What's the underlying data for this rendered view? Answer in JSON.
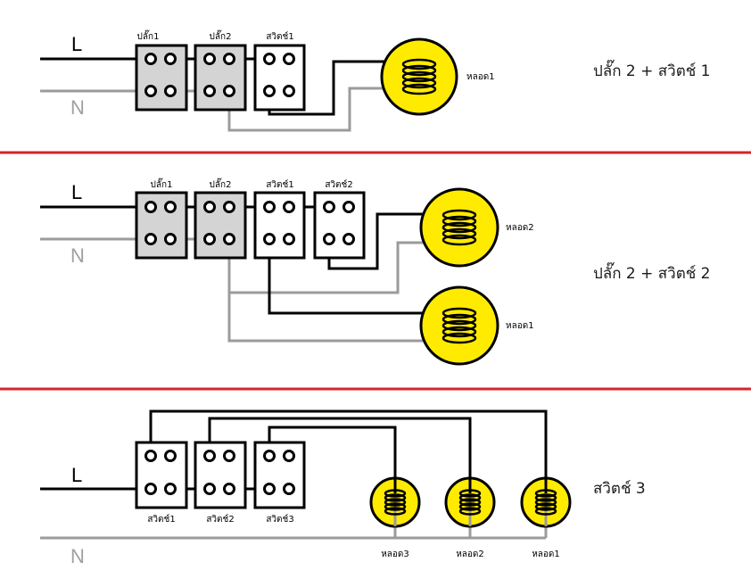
{
  "colors": {
    "live_wire": "#000000",
    "neutral_wire": "#9b9b9b",
    "bulb_fill": "#ffeb00",
    "plug_box_fill": "#d4d4d4",
    "switch_box_fill": "#ffffff",
    "divider": "#d8232a"
  },
  "sections": [
    {
      "title": "ปลั๊ก 2 + สวิตช์ 1",
      "live_label": "L",
      "neutral_label": "N",
      "devices": [
        {
          "type": "plug",
          "label": "ปลั๊ก1"
        },
        {
          "type": "plug",
          "label": "ปลั๊ก2"
        },
        {
          "type": "switch",
          "label": "สวิตช์1"
        }
      ],
      "bulbs": [
        {
          "label": "หลอด1"
        }
      ]
    },
    {
      "title": "ปลั๊ก 2 + สวิตช์ 2",
      "live_label": "L",
      "neutral_label": "N",
      "devices": [
        {
          "type": "plug",
          "label": "ปลั๊ก1"
        },
        {
          "type": "plug",
          "label": "ปลั๊ก2"
        },
        {
          "type": "switch",
          "label": "สวิตช์1"
        },
        {
          "type": "switch",
          "label": "สวิตช์2"
        }
      ],
      "bulbs": [
        {
          "label": "หลอด2"
        },
        {
          "label": "หลอด1"
        }
      ]
    },
    {
      "title": "สวิตช์  3",
      "live_label": "L",
      "neutral_label": "N",
      "devices": [
        {
          "type": "switch",
          "label": "สวิตช์1"
        },
        {
          "type": "switch",
          "label": "สวิตช์2"
        },
        {
          "type": "switch",
          "label": "สวิตช์3"
        }
      ],
      "bulbs": [
        {
          "label": "หลอด3"
        },
        {
          "label": "หลอด2"
        },
        {
          "label": "หลอด1"
        }
      ]
    }
  ]
}
